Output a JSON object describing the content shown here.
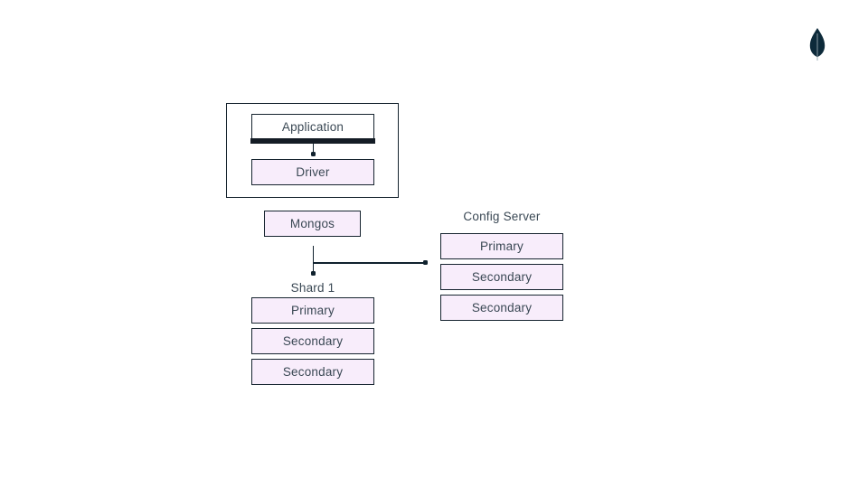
{
  "colors": {
    "node_fill": "#f8edfb",
    "node_border": "#16242f",
    "line": "#10222e",
    "bar": "#141c25",
    "text": "#3a4854",
    "leaf": "#0d2a3a",
    "leaf_stem": "#94a5ad"
  },
  "logo": {
    "icon": "mongodb-leaf-icon"
  },
  "app_group": {
    "application_label": "Application",
    "driver_label": "Driver"
  },
  "mongos": {
    "label": "Mongos"
  },
  "config_server": {
    "title": "Config Server",
    "nodes": [
      "Primary",
      "Secondary",
      "Secondary"
    ]
  },
  "shard1": {
    "title": "Shard 1",
    "nodes": [
      "Primary",
      "Secondary",
      "Secondary"
    ]
  }
}
